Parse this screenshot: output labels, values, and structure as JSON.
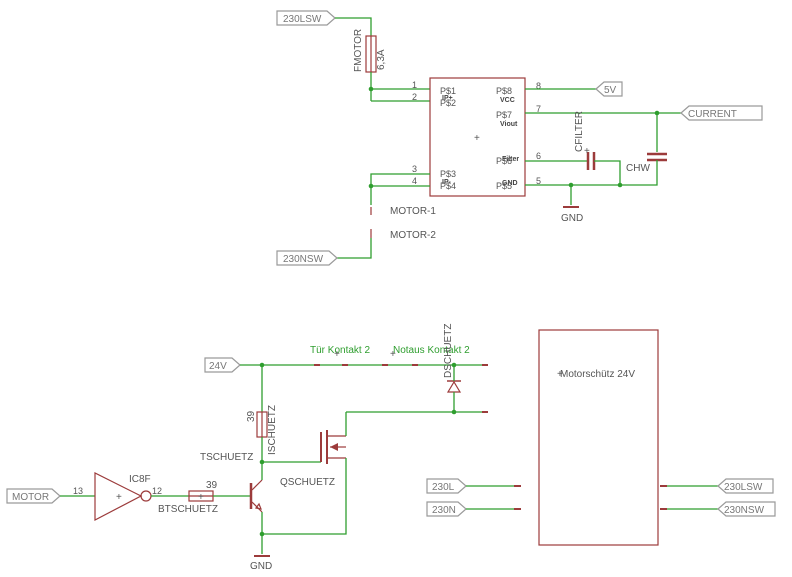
{
  "nets": {
    "l230_top": "230LSW",
    "n230_top": "230NSW",
    "v5": "5V",
    "current": "CURRENT",
    "v24": "24V",
    "motor": "MOTOR",
    "l230_in": "230L",
    "n230_in": "230N",
    "l230_out": "230LSW",
    "n230_out": "230NSW"
  },
  "parts": {
    "fuse_name": "FMOTOR",
    "fuse_value": "6,3A",
    "cfilter": "CFILTER",
    "chw": "CHW",
    "gnd_top": "GND",
    "gnd_bottom": "GND",
    "motor1": "MOTOR-1",
    "motor2": "MOTOR-2",
    "door_contact": "Tür Kontakt 2",
    "emergency_contact": "Notaus Kontakt 2",
    "dschuetz": "DSCHUETZ",
    "ischuetz": "ISCHUETZ",
    "ischuetz_value": "39",
    "tschuetz": "TSCHUETZ",
    "qschuetz": "QSCHUETZ",
    "ic": "IC8F",
    "btschuetz": "BTSCHUETZ",
    "btschuetz_value": "39",
    "contactor": "Motorschütz 24V"
  },
  "ic_pins": {
    "p1": "P$1",
    "p2": "P$2",
    "p3": "P$3",
    "p4": "P$4",
    "p8": "P$8",
    "p7": "P$7",
    "p6": "P$6",
    "p5": "P$5",
    "ip1": "IP+",
    "ip2": "IP+",
    "in1": "IP-",
    "in2": "IP-",
    "vcc": "VCC",
    "viout": "Viout",
    "filter": "Filter",
    "gnd": "GND",
    "n1": "1",
    "n2": "2",
    "n3": "3",
    "n4": "4",
    "n8": "8",
    "n7": "7",
    "n6": "6",
    "n5": "5"
  },
  "gate_pins": {
    "in": "13",
    "out": "12"
  }
}
